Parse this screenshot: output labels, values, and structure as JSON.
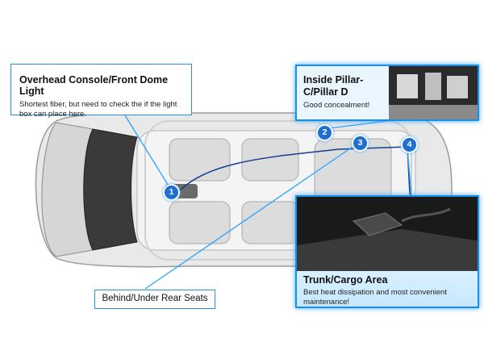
{
  "callouts": {
    "overhead": {
      "title": "Overhead Console/Front Dome Light",
      "body": "Shortest fiber, but need to check the if the light box can place here."
    },
    "pillar": {
      "title": "Inside Pillar-C/Pillar D",
      "body": "Good concealment!"
    },
    "trunk": {
      "title": "Trunk/Cargo Area",
      "body": "Best heat dissipation and  most convenient maintenance!"
    },
    "rear_seats": {
      "title": "Behind/Under Rear Seats"
    }
  },
  "markers": [
    "1",
    "2",
    "3",
    "4"
  ],
  "colors": {
    "accent": "#1e6fd0",
    "border": "#2a8fd6",
    "leader": "#2aa3ff"
  }
}
